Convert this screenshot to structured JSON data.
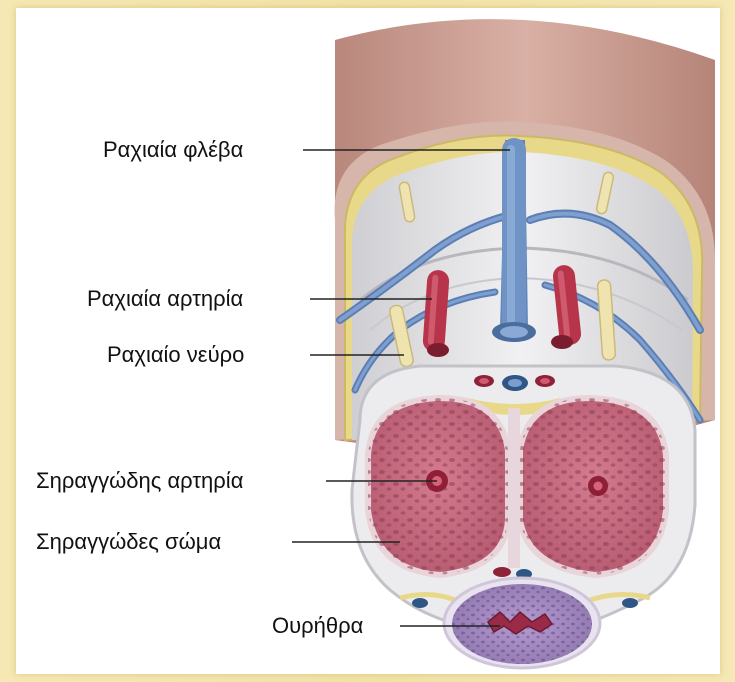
{
  "labels": {
    "dorsal_vein": "Ραχιαία φλέβα",
    "dorsal_artery": "Ραχιαία αρτηρία",
    "dorsal_nerve": "Ραχιαίο νεύρο",
    "cavernous_artery": "Σηραγγώδης αρτηρία",
    "cavernous_body": "Σηραγγώδες σώμα",
    "urethra": "Ουρήθρα"
  },
  "colors": {
    "background": "#f3e2a6",
    "skin": "#c99e92",
    "fascia": "#e6d88a",
    "tunica": "#e8e8ea",
    "vein": "#6f93c4",
    "artery": "#b8344a",
    "nerve": "#efe4b0",
    "cavernous_tissue": "#c9697e",
    "spongy_tissue": "#a98fc4"
  }
}
